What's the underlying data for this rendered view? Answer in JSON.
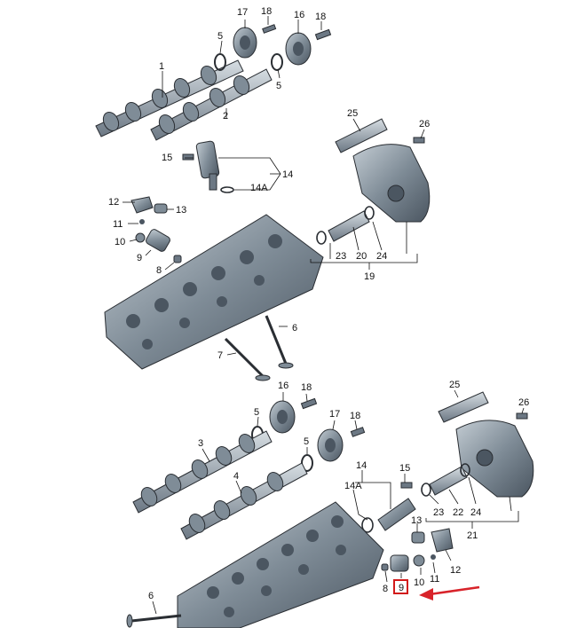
{
  "diagram": {
    "top_assembly": {
      "labels": [
        "17",
        "18",
        "16",
        "18",
        "5",
        "1",
        "5",
        "2",
        "25",
        "26",
        "15",
        "14",
        "14A",
        "12",
        "13",
        "11",
        "10",
        "9",
        "8",
        "23",
        "20",
        "24",
        "19",
        "6",
        "7"
      ]
    },
    "bottom_assembly": {
      "labels": [
        "16",
        "18",
        "5",
        "17",
        "18",
        "25",
        "26",
        "3",
        "5",
        "14",
        "15",
        "4",
        "14A",
        "23",
        "22",
        "24",
        "21",
        "13",
        "12",
        "10",
        "11",
        "8",
        "9",
        "6"
      ]
    },
    "highlighted_part": "9",
    "colors": {
      "part_fill": "#7f8c97",
      "part_dark": "#3e4a54",
      "part_light": "#b9c4cc",
      "highlight_box": "#d21a1a",
      "arrow": "#d8232a"
    }
  }
}
